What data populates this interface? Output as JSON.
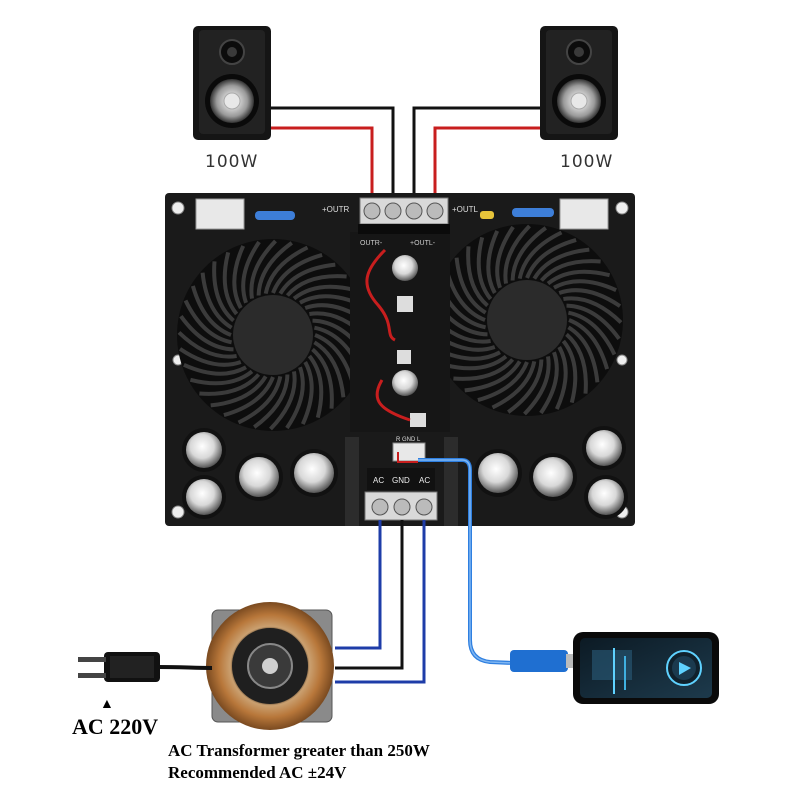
{
  "speakers": {
    "left_power": "100W",
    "right_power": "100W"
  },
  "board": {
    "terminal_top_left": "+OUTR",
    "terminal_top_right": "+OUTL",
    "terminal_mid_left": "OUTR-",
    "terminal_mid_right": "+OUTL-",
    "ac_left": "AC",
    "ac_gnd": "GND",
    "ac_right": "AC",
    "pin_labels": "R GND L"
  },
  "mains": {
    "input_label": "AC 220V",
    "arrow_glyph": "▲"
  },
  "transformer": {
    "line1": "AC Transformer greater than 250W",
    "line2": "Recommended AC ±24V"
  },
  "colors": {
    "wire_red": "#c81e1e",
    "wire_black": "#111111",
    "wire_blue": "#1e3ca8",
    "cable_blue": "#2e7fe0",
    "board": "#1a1a1a",
    "heatsink": "#2a2a2a",
    "copper": "#b8773a"
  }
}
